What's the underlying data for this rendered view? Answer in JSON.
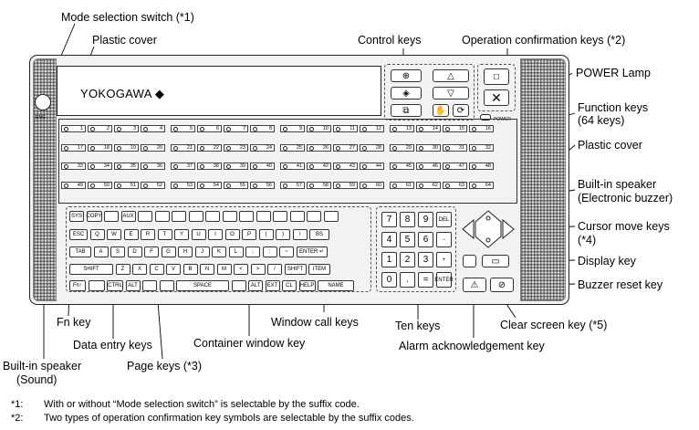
{
  "labels": {
    "mode_switch": "Mode selection switch (*1)",
    "plastic_cover_top": "Plastic cover",
    "control_keys": "Control keys",
    "op_confirm_keys": "Operation confirmation keys (*2)",
    "power_lamp": "POWER Lamp",
    "function_keys": "Function keys",
    "function_keys_count": "(64 keys)",
    "plastic_cover_right": "Plastic cover",
    "builtin_speaker_right": "Built-in speaker",
    "builtin_speaker_right_sub": "(Electronic buzzer)",
    "cursor_keys": "Cursor move keys",
    "cursor_keys_note": "(*4)",
    "display_key": "Display key",
    "buzzer_reset": "Buzzer reset key",
    "fn_key": "Fn key",
    "data_entry": "Data entry keys",
    "builtin_speaker_left": "Built-in speaker",
    "builtin_speaker_left_sub": "(Sound)",
    "page_keys": "Page keys (*3)",
    "container_window": "Container window key",
    "window_call": "Window call keys",
    "ten_keys": "Ten keys",
    "alarm_ack": "Alarm acknowledgement key",
    "clear_screen": "Clear screen key (*5)"
  },
  "device": {
    "logo": "YOKOGAWA ◆",
    "power_label": "POWER",
    "mode_switch_small": "ENG"
  },
  "function_keys": [
    "1",
    "2",
    "3",
    "4",
    "5",
    "6",
    "7",
    "8",
    "9",
    "10",
    "11",
    "12",
    "13",
    "14",
    "15",
    "16",
    "17",
    "18",
    "19",
    "20",
    "21",
    "22",
    "23",
    "24",
    "25",
    "26",
    "27",
    "28",
    "29",
    "30",
    "31",
    "32",
    "33",
    "34",
    "35",
    "36",
    "37",
    "38",
    "39",
    "40",
    "41",
    "42",
    "43",
    "44",
    "45",
    "46",
    "47",
    "48",
    "49",
    "50",
    "51",
    "52",
    "53",
    "54",
    "55",
    "56",
    "57",
    "58",
    "59",
    "60",
    "61",
    "62",
    "63",
    "64"
  ],
  "keyboard": {
    "row1": [
      "SYS",
      "COPY",
      "",
      "AUX",
      "",
      "",
      "",
      "",
      "",
      "",
      "",
      "",
      "",
      "",
      "",
      ""
    ],
    "row2": [
      "ESC",
      "Q",
      "W",
      "E",
      "R",
      "T",
      "Y",
      "U",
      "I",
      "O",
      "P",
      "(",
      ")",
      "\\",
      "BS"
    ],
    "row3": [
      "TAB",
      "A",
      "S",
      "D",
      "F",
      "G",
      "H",
      "J",
      "K",
      "L",
      ";",
      ":",
      "~",
      "ENTER ↵"
    ],
    "row4": [
      "SHIFT",
      "Z",
      "X",
      "C",
      "V",
      "B",
      "N",
      "M",
      "<",
      ">",
      "/",
      "SHIFT",
      "ITEM"
    ],
    "row5": [
      "Fn↑",
      "",
      "CTRL",
      "ALT",
      "",
      "",
      "SPACE",
      "",
      "ALT",
      "EXT",
      "CL",
      "HELP",
      "NAME"
    ],
    "ten": [
      "7",
      "8",
      "9",
      "DEL",
      "4",
      "5",
      "6",
      "−",
      "1",
      "2",
      "3",
      "+",
      "0",
      ".",
      "=",
      "ENTER"
    ]
  },
  "footnotes": [
    {
      "mark": "*1:",
      "text": "With or without “Mode selection switch” is selectable by the suffix code."
    },
    {
      "mark": "*2:",
      "text": "Two types of operation confirmation key symbols are selectable by the suffix codes."
    }
  ]
}
